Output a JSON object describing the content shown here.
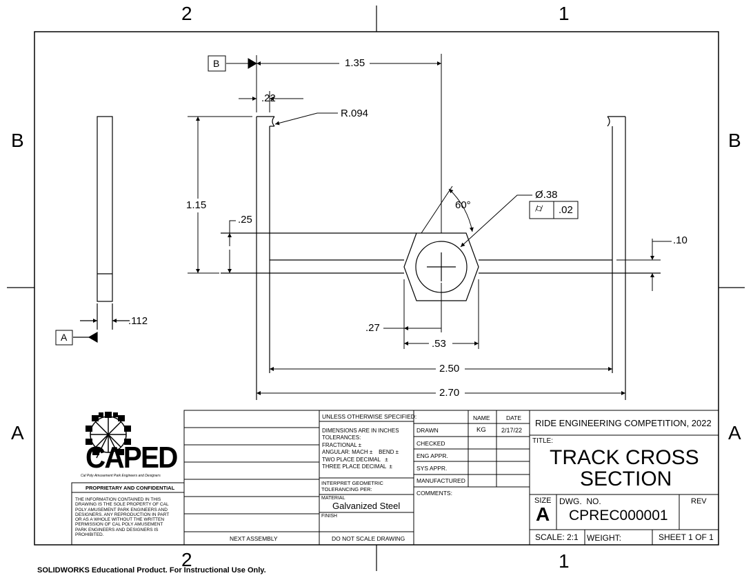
{
  "zones": {
    "top": [
      "2",
      "1"
    ],
    "bottom": [
      "2",
      "1"
    ],
    "left": [
      "B",
      "A"
    ],
    "right": [
      "B",
      "A"
    ]
  },
  "views": {
    "side_view_datum": "A",
    "front_view_datum": "B"
  },
  "dimensions": {
    "top_1_35": "1.35",
    "d_22": ".22",
    "radius": "R.094",
    "h_1_15": "1.15",
    "h_25": ".25",
    "angle": "60°",
    "hole_dia": "Ø.38",
    "gdt_symbol": "⌭",
    "gdt_tol": ".02",
    "h_10": ".10",
    "side_112": ".112",
    "d_27": ".27",
    "d_53": ".53",
    "d_2_50": "2.50",
    "d_2_70": "2.70"
  },
  "logo": {
    "name": "CAPED",
    "tagline": "Cal Poly Amusement Park Engineers and Designers",
    "proprietary_title": "PROPRIETARY AND CONFIDENTIAL",
    "proprietary_text": "THE INFORMATION CONTAINED IN THIS DRAWING IS THE SOLE PROPERTY OF CAL POLY AMUSEMENT PARK ENGINEERS AND DESIGNERS. ANY REPRODUCTION IN PART OR AS A WHOLE WITHOUT THE WRITTEN PERMISSION OF CAL POLY AMUSEMENT PARK ENGINEERS AND DESIGNERS IS PROHIBITED."
  },
  "title_block": {
    "next_assembly": "NEXT ASSEMBLY",
    "unless_specified": "UNLESS OTHERWISE SPECIFIED:",
    "dims_in": "DIMENSIONS ARE IN INCHES",
    "tolerances": "TOLERANCES:",
    "fractional": "FRACTIONAL ±",
    "angular": "ANGULAR: MACH ±    BEND ±",
    "two_place": "TWO PLACE DECIMAL   ±",
    "three_place": "THREE PLACE DECIMAL  ±",
    "interpret": "INTERPRET GEOMETRIC TOLERANCING PER:",
    "material_label": "MATERIAL",
    "material": "Galvanized Steel",
    "finish_label": "FINISH",
    "do_not_scale": "DO NOT SCALE DRAWING",
    "name_hdr": "NAME",
    "date_hdr": "DATE",
    "drawn": "DRAWN",
    "drawn_name": "KG",
    "drawn_date": "2/17/22",
    "checked": "CHECKED",
    "eng_appr": "ENG APPR.",
    "sys_appr": "SYS APPR.",
    "manufactured": "MANUFACTURED",
    "comments": "COMMENTS:",
    "company": "RIDE ENGINEERING COMPETITION, 2022",
    "title_label": "TITLE:",
    "title_line1": "TRACK CROSS",
    "title_line2": "SECTION",
    "size_label": "SIZE",
    "size": "A",
    "dwg_no_label": "DWG.  NO.",
    "dwg_no": "CPREC000001",
    "rev_label": "REV",
    "scale": "SCALE: 2:1",
    "weight": "WEIGHT:",
    "sheet": "SHEET 1 OF 1"
  },
  "footer": "SOLIDWORKS Educational Product. For Instructional Use Only.",
  "colors": {
    "line": "#000000",
    "background": "#ffffff"
  }
}
